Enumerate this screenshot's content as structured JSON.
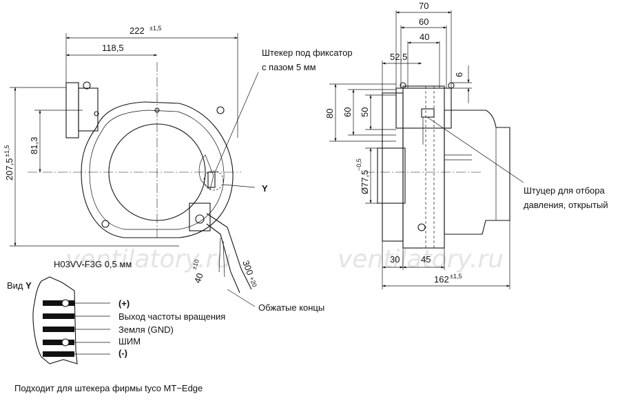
{
  "watermark": [
    "ventilatory.ru",
    "ventilatory.ru"
  ],
  "front_view": {
    "dims": {
      "width_222": "222",
      "width_222_tol": "±1,5",
      "width_118": "118,5",
      "height_207": "207,5",
      "height_207_tol": "±1,5",
      "height_81": "81,3"
    },
    "callouts": {
      "plug_line1": "Штекер под фиксатор",
      "plug_line2": "с пазом 5 мм",
      "view_mark": "Y",
      "cable": "H03VV-F3G 0,5 мм",
      "lead_40": "40",
      "lead_40_tol": "±10",
      "lead_300": "300",
      "lead_300_tol": "+20",
      "crimped": "Обжатые концы"
    }
  },
  "side_view": {
    "dims": {
      "d70": "70",
      "d60": "60",
      "d40": "40",
      "d52": "52,5",
      "d6": "6",
      "d80": "80",
      "d60v": "60",
      "d50": "50",
      "d77": "Ø77,5",
      "d77_tol": "−0,5",
      "d30": "30",
      "d45": "45",
      "d162": "162",
      "d162_tol": "±1,5"
    },
    "callouts": {
      "nozzle_line1": "Штуцер для отбора",
      "nozzle_line2": "давления, открытый"
    }
  },
  "connector_view": {
    "title_prefix": "Вид ",
    "title_letter": "Y",
    "pins": [
      "(+)",
      "Выход частоты вращения",
      "Земля (GND)",
      "ШИМ",
      "(-)"
    ]
  },
  "footnote": "Подходит для штекера фирмы tyco MT−Edge"
}
